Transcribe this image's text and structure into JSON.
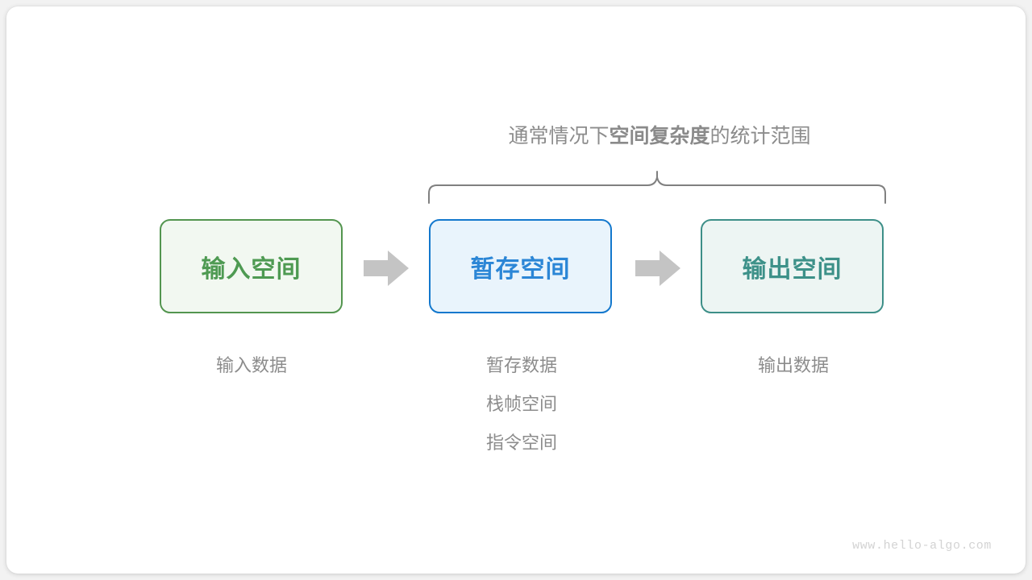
{
  "diagram": {
    "title_segments": [
      {
        "text": "通常情况下",
        "bold": false
      },
      {
        "text": "空间复杂度",
        "bold": true
      },
      {
        "text": "的统计范围",
        "bold": false
      }
    ],
    "title_full": "通常情况下空间复杂度的统计范围",
    "brace": {
      "name": "curly-brace",
      "covers": [
        "暂存空间",
        "输出空间"
      ],
      "color": "#808080"
    },
    "boxes": [
      {
        "id": "input",
        "label": "输入空间",
        "border_color": "#53954f",
        "fill_color": "#f2f8f1",
        "text_color": "#4e9a52"
      },
      {
        "id": "buffer",
        "label": "暂存空间",
        "border_color": "#1378cd",
        "fill_color": "#e9f4fc",
        "text_color": "#2b86d6"
      },
      {
        "id": "output",
        "label": "输出空间",
        "border_color": "#3d8f88",
        "fill_color": "#edf5f3",
        "text_color": "#3d9189"
      }
    ],
    "arrows": [
      {
        "id": "arrow-input-to-buffer",
        "color": "#c4c4c4"
      },
      {
        "id": "arrow-buffer-to-output",
        "color": "#c4c4c4"
      }
    ],
    "captions": {
      "input": [
        "输入数据"
      ],
      "buffer": [
        "暂存数据",
        "栈帧空间",
        "指令空间"
      ],
      "output": [
        "输出数据"
      ]
    },
    "caption_color": "#8c8c8c",
    "watermark": "www.hello-algo.com"
  }
}
